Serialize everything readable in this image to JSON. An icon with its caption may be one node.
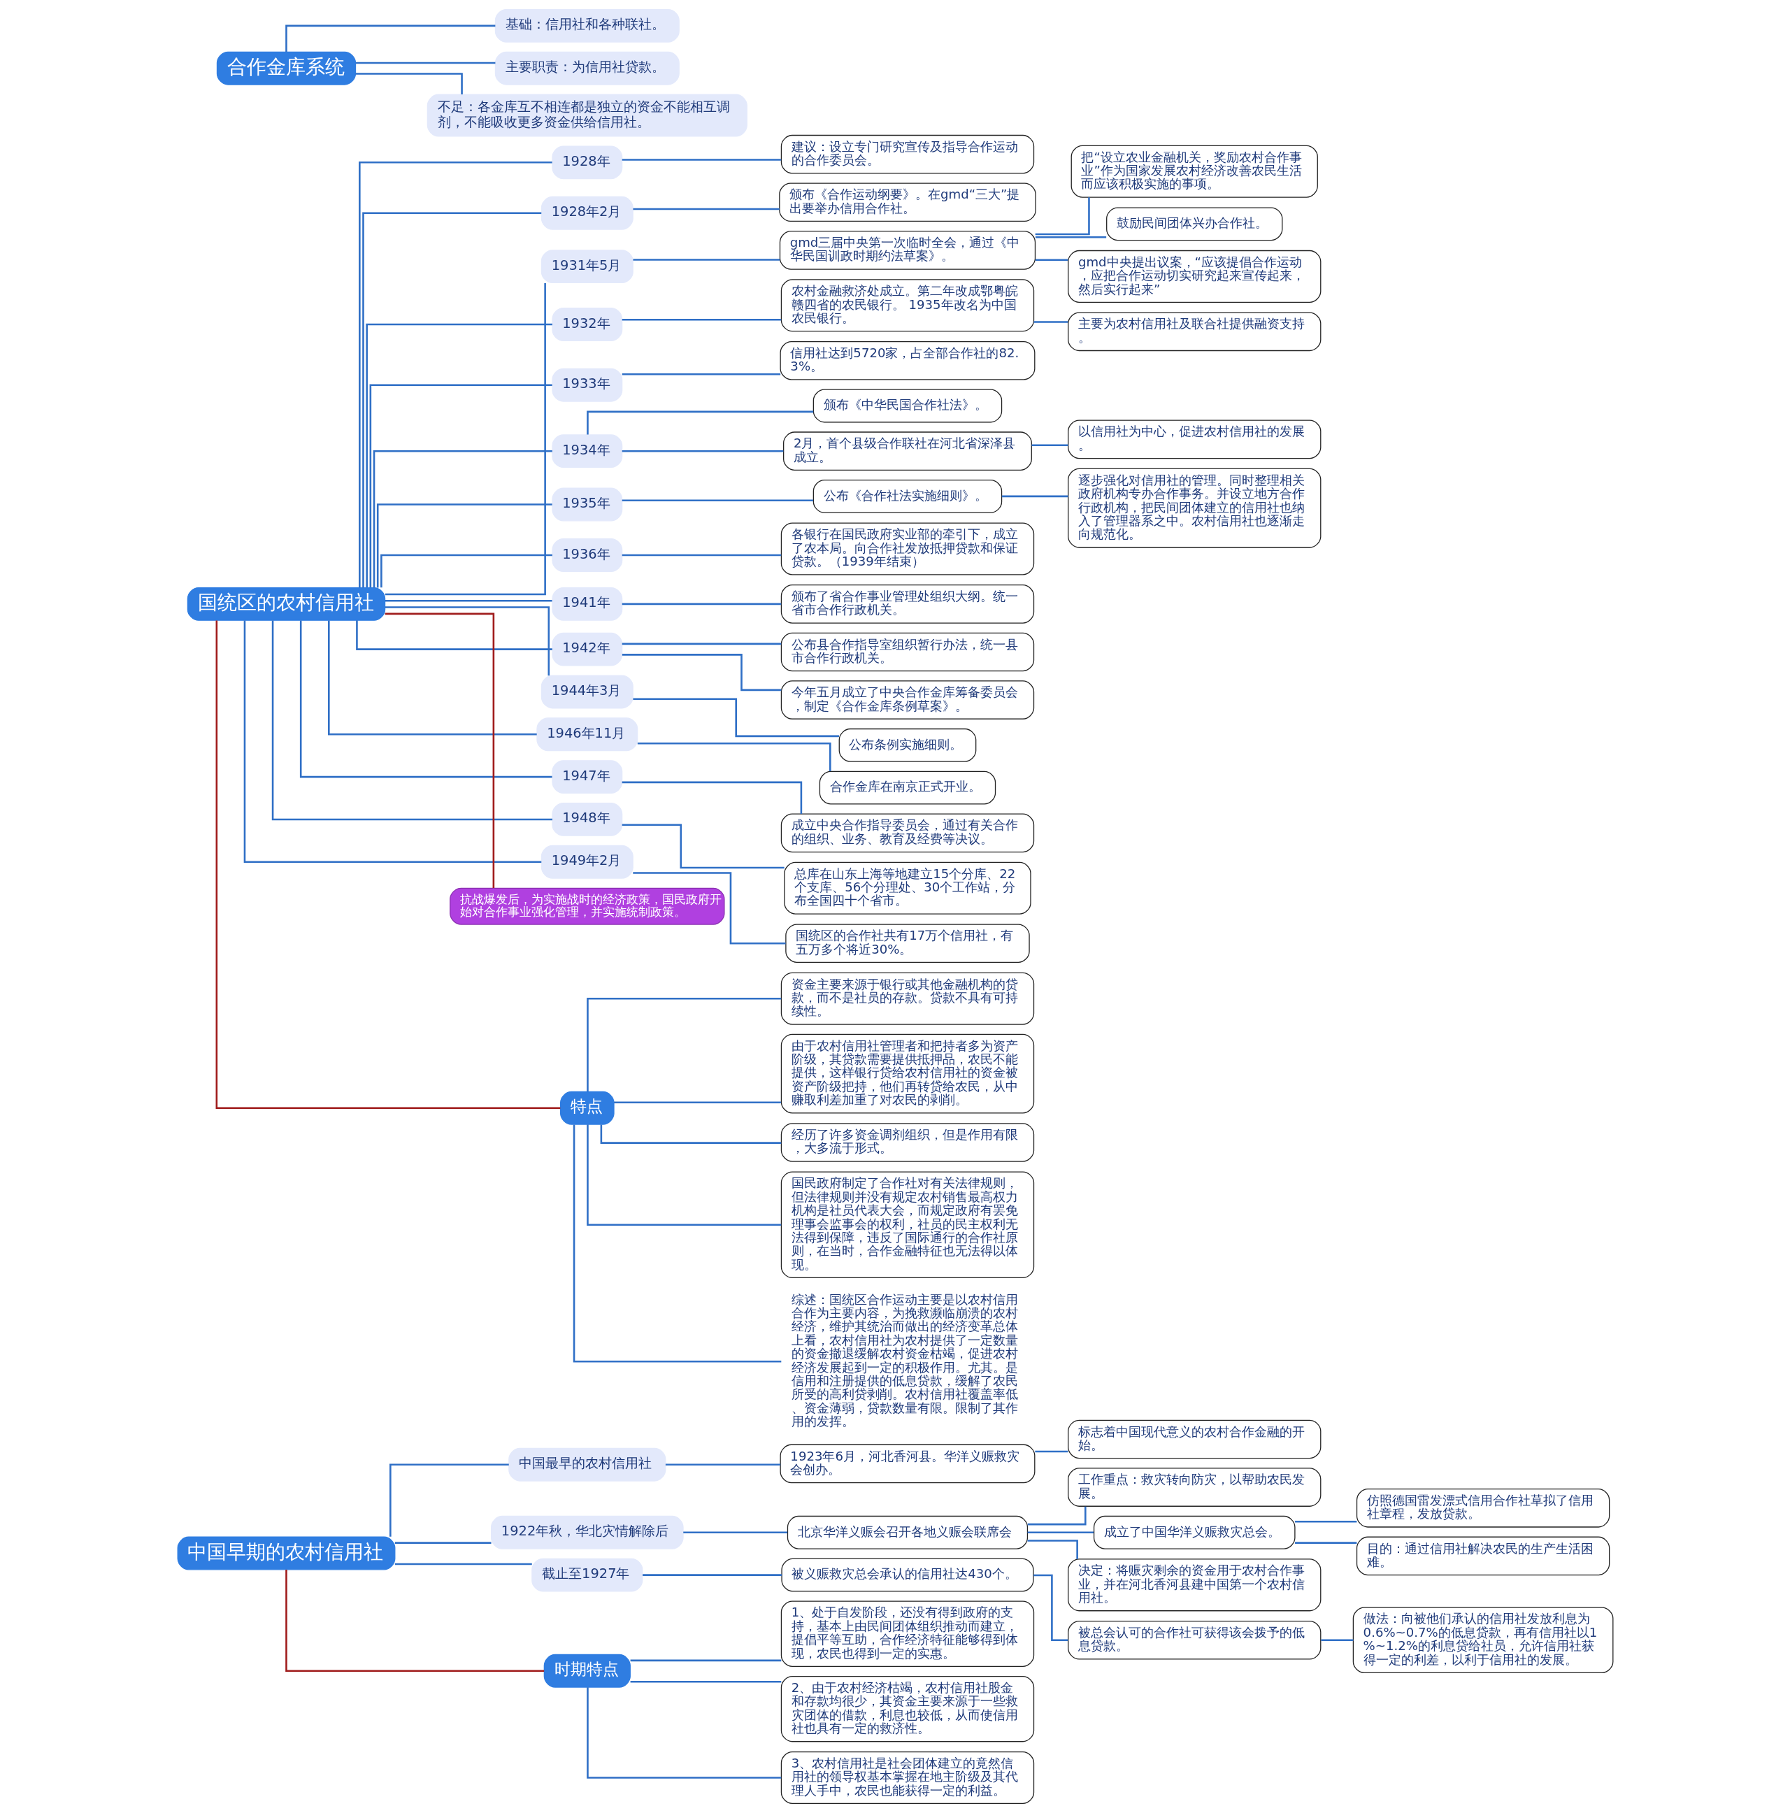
{
  "diagram": {
    "nodes": [
      {
        "text": [
          "中国早期的农村信用社"
        ]
      },
      {
        "text": [
          "中国最早的农村信用社"
        ]
      },
      {
        "text": [
          "1923年6月，河北香河县。华洋义赈救灾会创办。"
        ]
      },
      {
        "text": [
          "标志着中国现代意义的农村合作金融的开始。"
        ]
      },
      {
        "text": [
          "1922年秋，华北灾情解除后"
        ]
      },
      {
        "text": [
          "北京华洋义赈会召开各地义赈会联席会"
        ]
      },
      {
        "text": [
          "工作重点：救灾转向防灾，以帮助农民发展。"
        ]
      },
      {
        "text": [
          "成立了中国华洋义赈救灾总会。"
        ]
      },
      {
        "text": [
          "仿照德国雷发漂式信用合作社草拟了信用社章程，发放贷款。"
        ]
      },
      {
        "text": [
          "目的：通过信用社解决农民的生产生活困难。"
        ]
      },
      {
        "text": [
          "决定：将赈灾剩余的资金用于农村合作事业，并在河北香河县建中国第一个农村信用社。"
        ]
      },
      {
        "text": [
          "截止至1927年"
        ]
      },
      {
        "text": [
          "被义赈救灾总会承认的信用社达430个。"
        ]
      },
      {
        "text": [
          "被总会认可的合作社可获得该会拨予的低息贷款。"
        ]
      },
      {
        "text": [
          "做法：向被他们承认的信用社发放利息为0.6%~0.7%的低息贷款，再有信用社以1%~1.2%的利息贷给社员，允许信用社获得一定的利差，以利于信用社的发展。"
        ]
      },
      {
        "text": [
          "时期特点"
        ]
      },
      {
        "text": [
          "1、处于自发阶段，还没有得到政府的支持，基本上由民间团体组织推动而建立，提倡平等互助，合作经济特征能够得到体现，农民也得到一定的实惠。"
        ]
      },
      {
        "text": [
          "2、由于农村经济枯竭，农村信用社股金和存款均很少，其资金主要来源于一些救灾团体的借款，利息也较低，从而使信用社也具有一定的救济性。"
        ]
      },
      {
        "text": [
          "3、农村信用社是社会团体建立的竟然信用社的领导权基本掌握在地主阶级及其代理人手中，农民也能获得一定的利益。"
        ]
      },
      {
        "text": [
          "国统区的农村信用社"
        ]
      },
      {
        "text": [
          "1928年"
        ]
      },
      {
        "text": [
          "建议：设立专门研究宣传及指导合作运动的合作委员会。"
        ]
      },
      {
        "text": [
          "1928年2月"
        ]
      },
      {
        "text": [
          "颁布《合作运动纲要》。在gmd“三大”提出要举办信用合作社。"
        ]
      },
      {
        "text": [
          "1931年5月"
        ]
      },
      {
        "text": [
          "gmd三届中央第一次临时全会，通过《中华民国训政时期约法草案》。"
        ]
      },
      {
        "text": [
          "把“设立农业金融机关，奖励农村合作事业”作为国家发展农村经济改善农民生活而应该积极实施的事项。"
        ]
      },
      {
        "text": [
          "鼓励民间团体兴办合作社。"
        ]
      },
      {
        "text": [
          "gmd中央提出议案，“应该提倡合作运动，应把合作运动切实研究起来宣传起来，然后实行起来”"
        ]
      },
      {
        "text": [
          "1932年"
        ]
      },
      {
        "text": [
          "农村金融救济处成立。第二年改成鄂粤皖赣四省的农民银行。 1935年改名为中国农民银行。"
        ]
      },
      {
        "text": [
          "主要为农村信用社及联合社提供融资支持。"
        ]
      },
      {
        "text": [
          "1933年"
        ]
      },
      {
        "text": [
          "信用社达到5720家，占全部合作社的82.3%。"
        ]
      },
      {
        "text": [
          "1934年"
        ]
      },
      {
        "text": [
          "颁布《中华民国合作社法》。"
        ]
      },
      {
        "text": [
          "2月，首个县级合作联社在河北省深泽县成立。"
        ]
      },
      {
        "text": [
          "以信用社为中心，促进农村信用社的发展。"
        ]
      },
      {
        "text": [
          "1935年"
        ]
      },
      {
        "text": [
          "公布《合作社法实施细则》。"
        ]
      },
      {
        "text": [
          "逐步强化对信用社的管理。同时整理相关政府机构专办合作事务。并设立地方合作行政机构，把民间团体建立的信用社也纳入了管理器系之中。农村信用社也逐渐走向规范化。"
        ]
      },
      {
        "text": [
          "1936年"
        ]
      },
      {
        "text": [
          "各银行在国民政府实业部的牵引下，成立了农本局。向合作社发放抵押贷款和保证贷款。（1939年结束）"
        ]
      },
      {
        "text": [
          "1941年"
        ]
      },
      {
        "text": [
          "颁布了省合作事业管理处组织大纲。统一省市合作行政机关。"
        ]
      },
      {
        "text": [
          "1942年"
        ]
      },
      {
        "text": [
          "公布县合作指导室组织暂行办法，统一县市合作行政机关。"
        ]
      },
      {
        "text": [
          "今年五月成立了中央合作金库筹备委员会，制定《合作金库条例草案》。"
        ]
      },
      {
        "text": [
          "1944年3月"
        ]
      },
      {
        "text": [
          "公布条例实施细则。"
        ]
      },
      {
        "text": [
          "1946年11月"
        ]
      },
      {
        "text": [
          "合作金库在南京正式开业。"
        ]
      },
      {
        "text": [
          "1947年"
        ]
      },
      {
        "text": [
          "成立中央合作指导委员会，通过有关合作的组织、业务、教育及经费等决议。"
        ]
      },
      {
        "text": [
          "1948年"
        ]
      },
      {
        "text": [
          "总库在山东上海等地建立15个分库、22个支库、56个分理处、30个工作站，分布全国四十个省市。"
        ]
      },
      {
        "text": [
          "1949年2月"
        ]
      },
      {
        "text": [
          "国统区的合作社共有17万个信用社，有五万多个将近30%。"
        ]
      },
      {
        "text": [
          "抗战爆发后，为实施战时的经济政策，国民政府开始对合作事业强化管理，并实施统制政策。"
        ]
      },
      {
        "text": [
          "特点"
        ]
      },
      {
        "text": [
          "资金主要来源于银行或其他金融机构的贷款，而不是社员的存款。贷款不具有可持续性。"
        ]
      },
      {
        "text": [
          "由于农村信用社管理者和把持者多为资产阶级，其贷款需要提供抵押品，农民不能提供，这样银行贷给农村信用社的资金被资产阶级把持，他们再转贷给农民，从中赚取利差加重了对农民的剥削。"
        ]
      },
      {
        "text": [
          "经历了许多资金调剂组织，但是作用有限，大多流于形式。"
        ]
      },
      {
        "text": [
          "国民政府制定了合作社对有关法律规则，但法律规则并没有规定农村销售最高权力机构是社员代表大会，而规定政府有罢免理事会监事会的权利，社员的民主权利无法得到保障，违反了国际通行的合作社原则，在当时，合作金融特征也无法得以体现。"
        ]
      },
      {
        "text": [
          "综述：国统区合作运动主要是以农村信用合作为主要内容，为挽救濒临崩溃的农村经济，维护其统治而做出的经济变革总体上看，农村信用社为农村提供了一定数量的资金撤退缓解农村资金枯竭，促进农村经济发展起到一定的积极作用。尤其。是信用和注册提供的低息贷款，缓解了农民所受的高利贷剥削。农村信用社覆盖率低、资金薄弱，贷款数量有限。限制了其作用的发挥。"
        ]
      },
      {
        "text": [
          "合作金库系统"
        ]
      },
      {
        "text": [
          "基础：信用社和各种联社。"
        ]
      },
      {
        "text": [
          "主要职责：为信用社贷款。"
        ]
      },
      {
        "text": [
          "不足：各金库互不相连都是独立的资金不能相互调剂，不能吸收更多资金供给信用社。"
        ]
      }
    ],
    "edges": [
      {
        "from": 0,
        "to": 1,
        "arrow": "none"
      },
      {
        "from": 1,
        "to": 2,
        "arrow": "none"
      },
      {
        "from": 2,
        "to": 3,
        "arrow": "none"
      },
      {
        "from": 0,
        "to": 4,
        "arrow": "none"
      },
      {
        "from": 4,
        "to": 5,
        "arrow": "none"
      },
      {
        "from": 5,
        "to": 6,
        "arrow": "none"
      },
      {
        "from": 5,
        "to": 7,
        "arrow": "none"
      },
      {
        "from": 7,
        "to": 8,
        "arrow": "none"
      },
      {
        "from": 7,
        "to": 9,
        "arrow": "none"
      },
      {
        "from": 5,
        "to": 10,
        "arrow": "none"
      },
      {
        "from": 0,
        "to": 11,
        "arrow": "none"
      },
      {
        "from": 11,
        "to": 12,
        "arrow": "none"
      },
      {
        "from": 12,
        "to": 13,
        "arrow": "none"
      },
      {
        "from": 13,
        "to": 14,
        "arrow": "none"
      },
      {
        "from": 0,
        "to": 15,
        "arrow": "none",
        "color": "#a01c1c"
      },
      {
        "from": 15,
        "to": 16,
        "arrow": "none"
      },
      {
        "from": 15,
        "to": 17,
        "arrow": "none"
      },
      {
        "from": 15,
        "to": 18,
        "arrow": "none"
      },
      {
        "from": 19,
        "to": 20,
        "arrow": "none"
      },
      {
        "from": 20,
        "to": 21,
        "arrow": "none"
      },
      {
        "from": 19,
        "to": 22,
        "arrow": "none"
      },
      {
        "from": 22,
        "to": 23,
        "arrow": "none"
      },
      {
        "from": 19,
        "to": 24,
        "arrow": "none"
      },
      {
        "from": 24,
        "to": 25,
        "arrow": "none"
      },
      {
        "from": 25,
        "to": 26,
        "arrow": "none"
      },
      {
        "from": 25,
        "to": 27,
        "arrow": "none"
      },
      {
        "from": 25,
        "to": 28,
        "arrow": "none"
      },
      {
        "from": 19,
        "to": 29,
        "arrow": "none"
      },
      {
        "from": 29,
        "to": 30,
        "arrow": "none"
      },
      {
        "from": 30,
        "to": 31,
        "arrow": "none"
      },
      {
        "from": 19,
        "to": 32,
        "arrow": "none"
      },
      {
        "from": 32,
        "to": 33,
        "arrow": "none"
      },
      {
        "from": 19,
        "to": 34,
        "arrow": "none"
      },
      {
        "from": 34,
        "to": 35,
        "arrow": "none"
      },
      {
        "from": 34,
        "to": 36,
        "arrow": "none"
      },
      {
        "from": 36,
        "to": 37,
        "arrow": "none"
      },
      {
        "from": 19,
        "to": 38,
        "arrow": "none"
      },
      {
        "from": 38,
        "to": 39,
        "arrow": "none"
      },
      {
        "from": 39,
        "to": 40,
        "arrow": "none"
      },
      {
        "from": 19,
        "to": 41,
        "arrow": "none"
      },
      {
        "from": 41,
        "to": 42,
        "arrow": "none"
      },
      {
        "from": 19,
        "to": 43,
        "arrow": "none"
      },
      {
        "from": 43,
        "to": 44,
        "arrow": "none"
      },
      {
        "from": 19,
        "to": 45,
        "arrow": "none"
      },
      {
        "from": 45,
        "to": 46,
        "arrow": "none"
      },
      {
        "from": 45,
        "to": 47,
        "arrow": "none"
      },
      {
        "from": 19,
        "to": 48,
        "arrow": "none"
      },
      {
        "from": 48,
        "to": 49,
        "arrow": "none"
      },
      {
        "from": 19,
        "to": 50,
        "arrow": "none"
      },
      {
        "from": 50,
        "to": 51,
        "arrow": "none"
      },
      {
        "from": 19,
        "to": 52,
        "arrow": "none"
      },
      {
        "from": 52,
        "to": 53,
        "arrow": "none"
      },
      {
        "from": 19,
        "to": 54,
        "arrow": "none"
      },
      {
        "from": 54,
        "to": 55,
        "arrow": "none"
      },
      {
        "from": 19,
        "to": 56,
        "arrow": "none"
      },
      {
        "from": 56,
        "to": 57,
        "arrow": "none"
      },
      {
        "from": 19,
        "to": 58,
        "arrow": "none",
        "color": "#a01c1c"
      },
      {
        "from": 19,
        "to": 59,
        "arrow": "none",
        "color": "#a01c1c"
      },
      {
        "from": 59,
        "to": 60,
        "arrow": "none"
      },
      {
        "from": 59,
        "to": 61,
        "arrow": "none"
      },
      {
        "from": 59,
        "to": 62,
        "arrow": "none"
      },
      {
        "from": 59,
        "to": 63,
        "arrow": "none"
      },
      {
        "from": 59,
        "to": 64,
        "arrow": "none"
      },
      {
        "from": 65,
        "to": 66,
        "arrow": "none"
      },
      {
        "from": 65,
        "to": 67,
        "arrow": "none"
      },
      {
        "from": 65,
        "to": 68,
        "arrow": "none"
      }
    ]
  }
}
